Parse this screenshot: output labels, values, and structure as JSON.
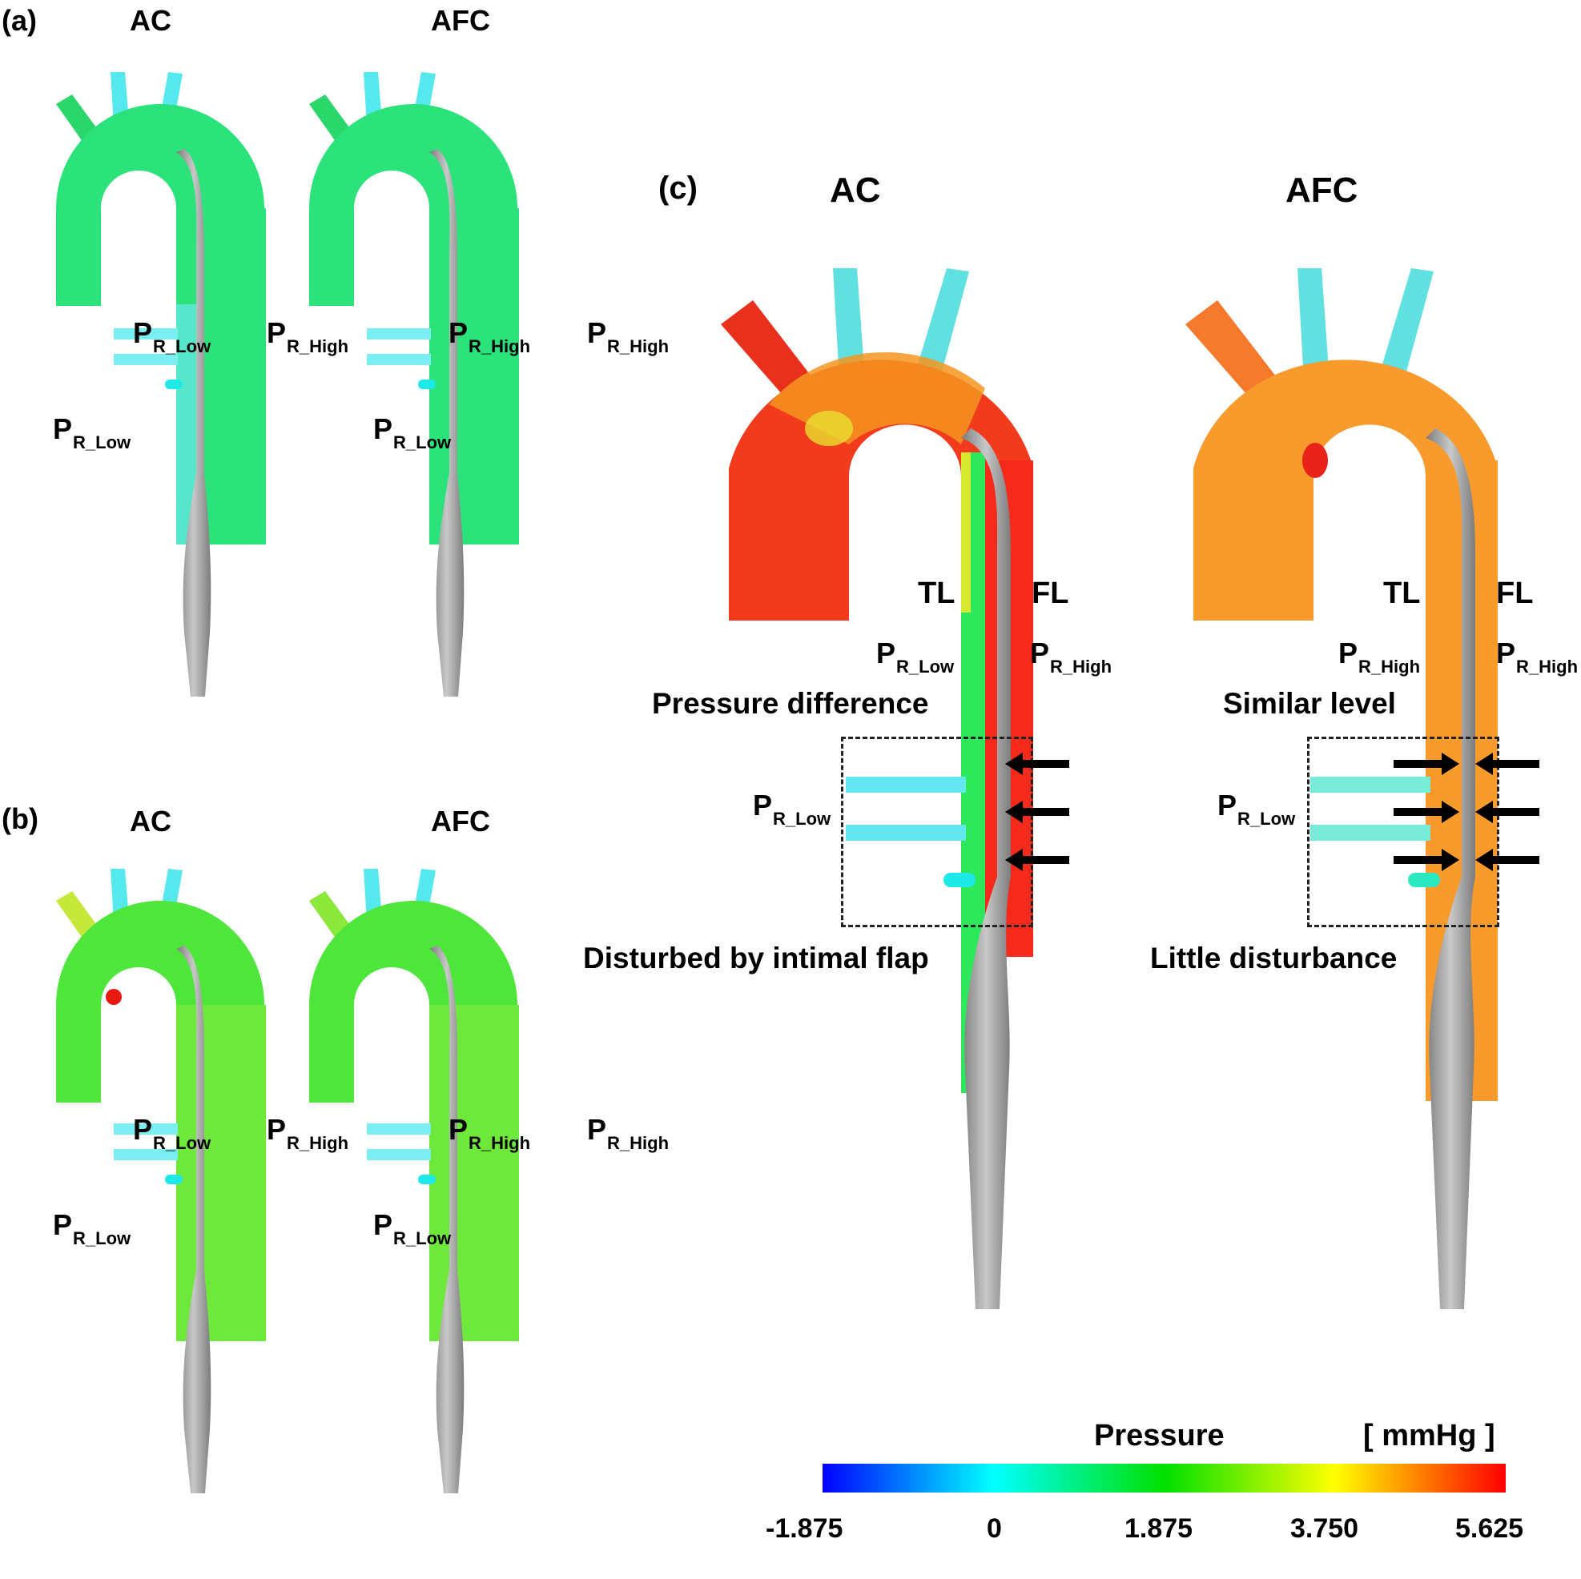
{
  "panels": {
    "a": {
      "letter": "(a)",
      "left_title": "AC",
      "right_title": "AFC"
    },
    "b": {
      "letter": "(b)",
      "left_title": "AC",
      "right_title": "AFC"
    },
    "c": {
      "letter": "(c)",
      "left_title": "AC",
      "right_title": "AFC"
    }
  },
  "labels": {
    "P": "P",
    "sub_low": "R_Low",
    "sub_high": "R_High",
    "TL": "TL",
    "FL": "FL",
    "pressure_difference": "Pressure difference",
    "similar_level": "Similar level",
    "disturbed": "Disturbed by intimal flap",
    "little_disturbance": "Little disturbance"
  },
  "colorbar": {
    "title": "Pressure",
    "unit": "[ mmHg ]",
    "ticks": [
      "-1.875",
      "0",
      "1.875",
      "3.750",
      "5.625"
    ],
    "min": -1.875,
    "max": 5.625,
    "colors": [
      "#0000ff",
      "#00ffff",
      "#00ff00",
      "#ffff00",
      "#ff0000"
    ]
  },
  "colors": {
    "a_ac": "#2be37a",
    "a_afc": "#2be37a",
    "b_ac": "#4ee63a",
    "b_afc": "#4ee63a",
    "c_ac_fl": "#f52a1a",
    "c_ac_tl": "#2ce85a",
    "c_afc": "#f89a2c",
    "branch_cyan": "#4ee8f0",
    "stent": "#a9a9a9"
  }
}
